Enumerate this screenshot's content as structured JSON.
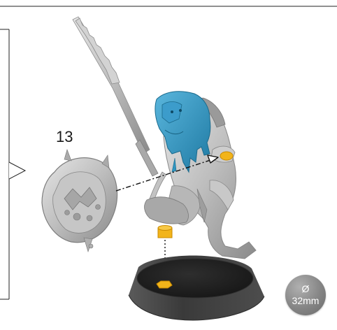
{
  "step": {
    "number": "13"
  },
  "base_badge": {
    "symbol": "Ø",
    "size": "32mm"
  },
  "colors": {
    "highlight_blue": "#2f95c0",
    "connector_yellow": "#f2b41a",
    "miniature_grey": "#b4b4b4",
    "base_black": "#1e1e1e",
    "badge_grey": "#858585"
  },
  "icons": {
    "arrow_to_hand": "dash-dot-arrow",
    "arrow_to_base": "dotted-down-arrow"
  }
}
